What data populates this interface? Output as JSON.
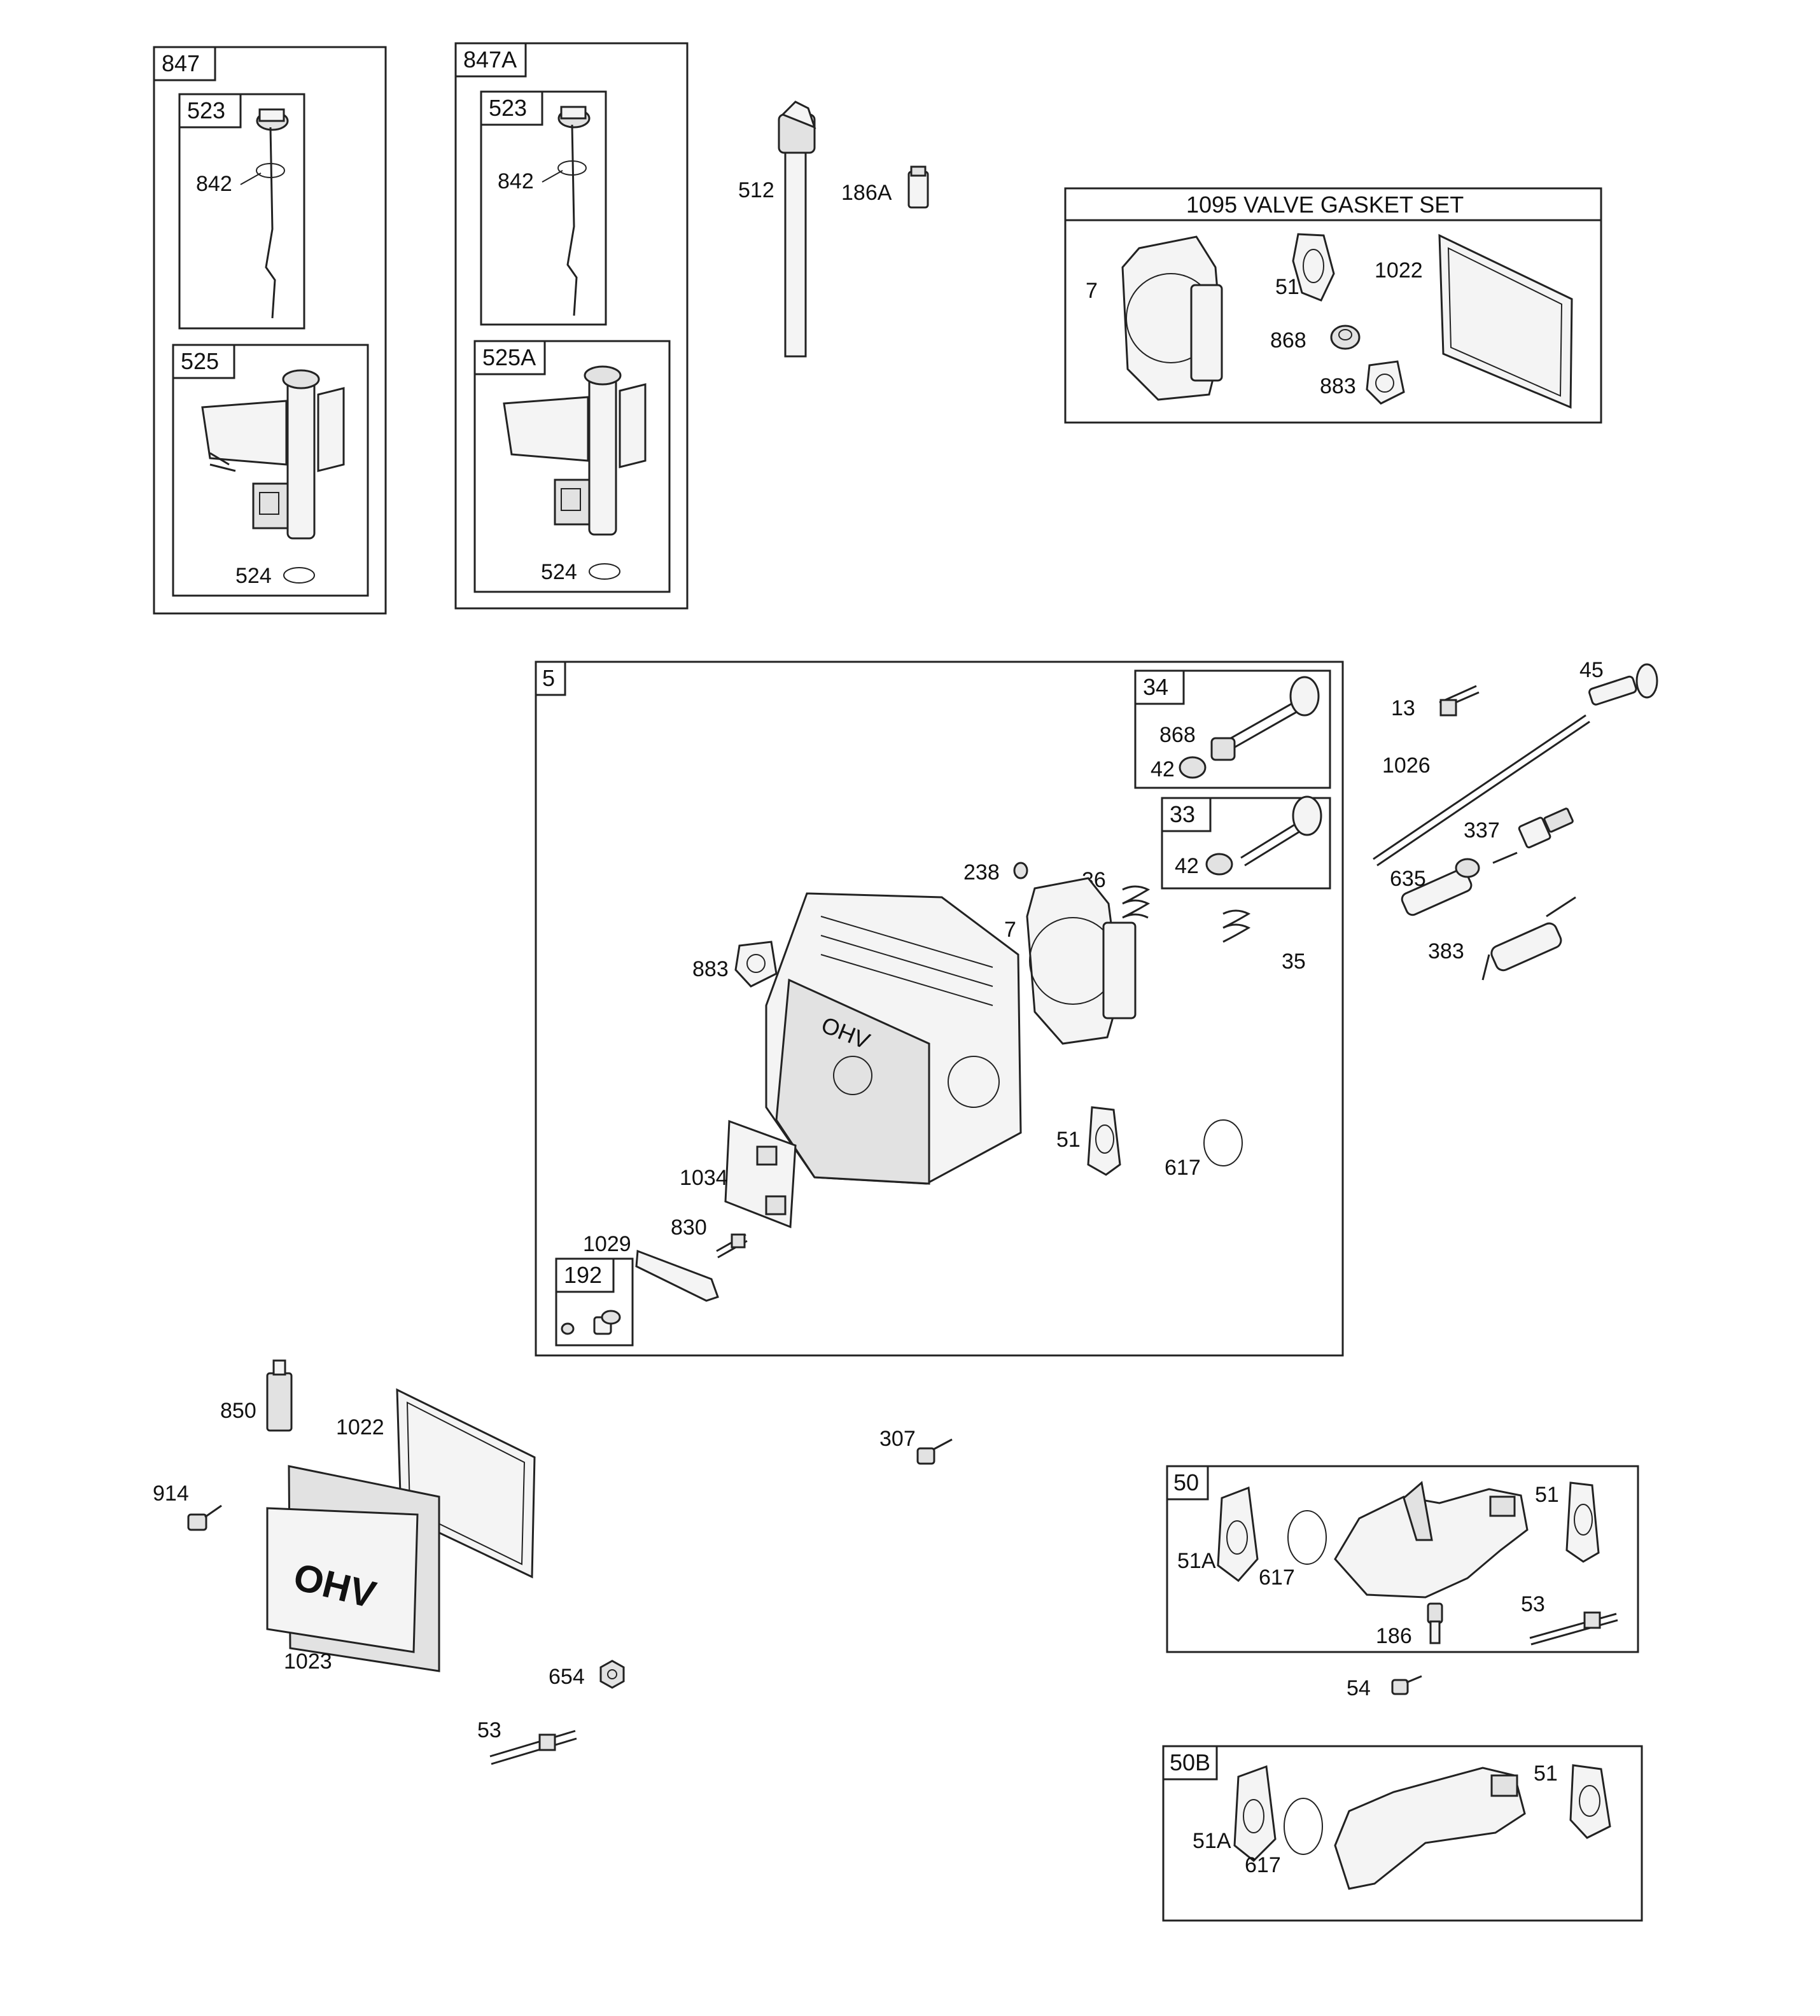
{
  "boxes": {
    "b847": "847",
    "b523a": "523",
    "b525": "525",
    "b847A": "847A",
    "b523b": "523",
    "b525A": "525A",
    "b1095": "1095 VALVE GASKET SET",
    "b5": "5",
    "b34": "34",
    "b33": "33",
    "b192": "192",
    "b50": "50",
    "b50B": "50B"
  },
  "labels": {
    "l842a": "842",
    "l524a": "524",
    "l842b": "842",
    "l524b": "524",
    "l512": "512",
    "l186A": "186A",
    "l7a": "7",
    "l51a": "51",
    "l868a": "868",
    "l883a": "883",
    "l1022a": "1022",
    "l868b": "868",
    "l42a": "42",
    "l42b": "42",
    "l238": "238",
    "l36": "36",
    "l7b": "7",
    "l35": "35",
    "l883b": "883",
    "l51b": "51",
    "l617a": "617",
    "l1034": "1034",
    "l830": "830",
    "l1029": "1029",
    "l13": "13",
    "l45": "45",
    "l1026": "1026",
    "l337": "337",
    "l635": "635",
    "l383": "383",
    "l850": "850",
    "l1022b": "1022",
    "l914": "914",
    "l1023": "1023",
    "l654": "654",
    "l53a": "53",
    "l307": "307",
    "l51A_a": "51A",
    "l617b": "617",
    "l51c": "51",
    "l53b": "53",
    "l186": "186",
    "l54": "54",
    "l51A_b": "51A",
    "l617c": "617",
    "l51d": "51"
  },
  "cover_text": "OHV"
}
